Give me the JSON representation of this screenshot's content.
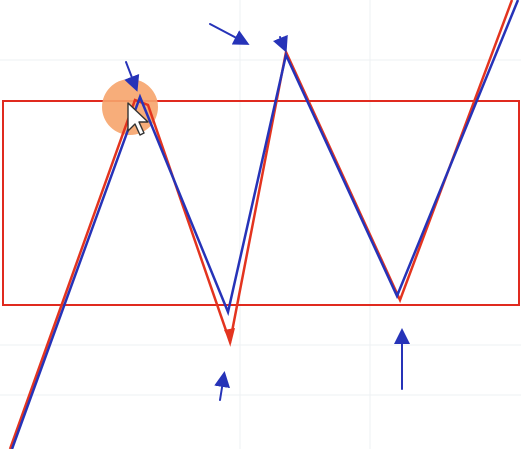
{
  "canvas": {
    "background": "#ffffff",
    "grid_color": "#eef0f3"
  },
  "colors": {
    "range_box": "#e02a1f",
    "price_path_red": "#e3341f",
    "price_path_blue": "#2633b8",
    "annotation_arrows": "#2633b8",
    "cursor_highlight": "#f6a46b"
  },
  "diagram": {
    "elements": [
      "range-rectangle",
      "red-zigzag-path",
      "blue-zigzag-path",
      "annotation-arrows",
      "mouse-cursor-with-highlight"
    ],
    "cursor": {
      "icon": "cursor-arrow-icon"
    }
  }
}
